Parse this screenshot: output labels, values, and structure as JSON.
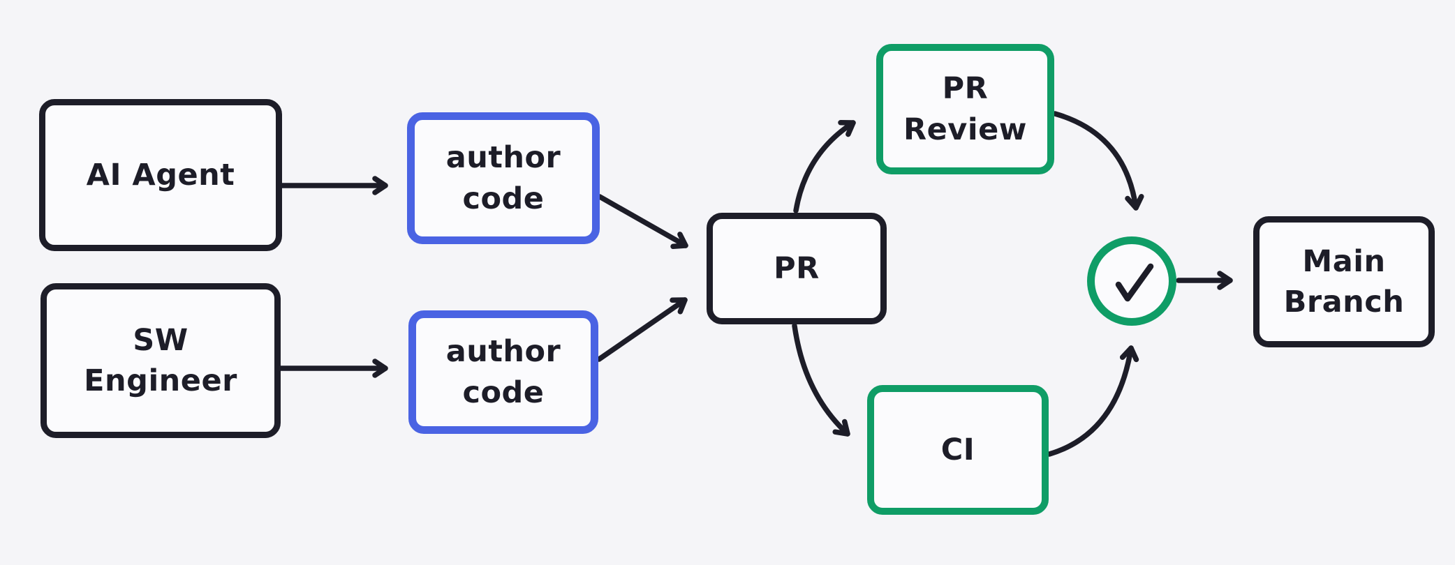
{
  "canvas": {
    "background": "#f5f5f8",
    "colors": {
      "ink": "#1d1d28",
      "blue_accent": "#4a63e3",
      "green_accent": "#0f9d66",
      "node_fill": "#fbfbfd"
    }
  },
  "nodes": {
    "ai_agent": {
      "label": "AI Agent",
      "border_color": "black"
    },
    "sw_engineer": {
      "label": "SW\nEngineer",
      "border_color": "black"
    },
    "author_code_top": {
      "label": "author\ncode",
      "border_color": "blue"
    },
    "author_code_bottom": {
      "label": "author\ncode",
      "border_color": "blue"
    },
    "pr": {
      "label": "PR",
      "border_color": "black"
    },
    "pr_review": {
      "label": "PR\nReview",
      "border_color": "green"
    },
    "ci": {
      "label": "CI",
      "border_color": "green"
    },
    "check": {
      "icon": "check-icon",
      "border_color": "green"
    },
    "main_branch": {
      "label": "Main\nBranch",
      "border_color": "black"
    }
  },
  "edges": [
    {
      "from": "ai_agent",
      "to": "author_code_top"
    },
    {
      "from": "sw_engineer",
      "to": "author_code_bottom"
    },
    {
      "from": "author_code_top",
      "to": "pr"
    },
    {
      "from": "author_code_bottom",
      "to": "pr"
    },
    {
      "from": "pr",
      "to": "pr_review"
    },
    {
      "from": "pr",
      "to": "ci"
    },
    {
      "from": "pr_review",
      "to": "check"
    },
    {
      "from": "ci",
      "to": "check"
    },
    {
      "from": "check",
      "to": "main_branch"
    }
  ]
}
